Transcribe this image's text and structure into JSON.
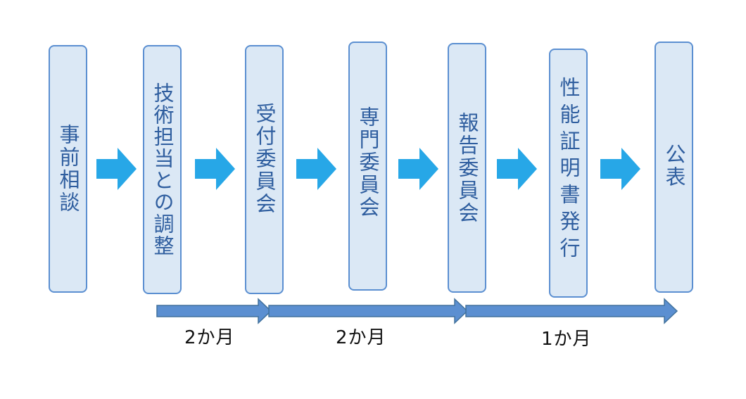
{
  "steps": [
    {
      "label": "事前相談"
    },
    {
      "label": "技術担当との調整"
    },
    {
      "label": "受付委員会"
    },
    {
      "label": "専門委員会"
    },
    {
      "label": "報告委員会"
    },
    {
      "label": "性能証明書発行"
    },
    {
      "label": "公表"
    }
  ],
  "durations": [
    {
      "label": "2か月"
    },
    {
      "label": "2か月"
    },
    {
      "label": "1か月"
    }
  ],
  "colors": {
    "box_fill": "#dbe8f5",
    "box_border": "#5b8fd1",
    "box_text": "#2f5e9f",
    "flow_arrow": "#27a7e7",
    "timeline_arrow_fill": "#5b8fd1",
    "timeline_arrow_border": "#41719c"
  }
}
